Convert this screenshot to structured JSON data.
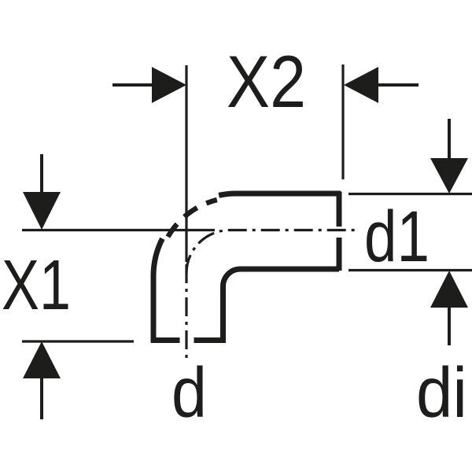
{
  "figure": {
    "description": "Technical dimension drawing of a 90-degree pipe elbow bend with one horizontal outlet (right) and one vertical inlet (bottom)",
    "labels": {
      "x1": "X1",
      "x2": "X2",
      "d": "d",
      "d1": "d1",
      "di": "di"
    },
    "colors": {
      "line": "#1d1d1b",
      "background": "#ffffff"
    }
  }
}
